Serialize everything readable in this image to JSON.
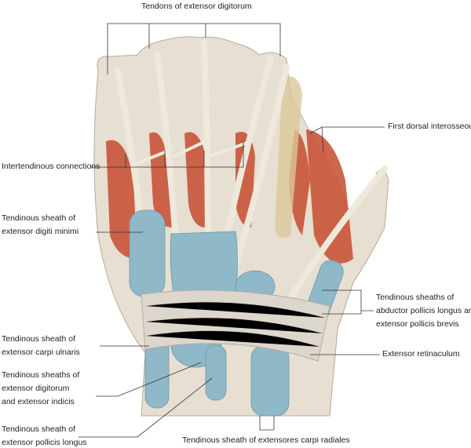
{
  "labels": {
    "tendons_extensor_digitorum": "Tendons of extensor digitorum",
    "first_dorsal_interosseous": "First dorsal interosseous",
    "intertendinous_connections": "Intertendinous connections",
    "sheath_edm": [
      "Tendinous sheath of",
      "extensor digiti minimi"
    ],
    "sheaths_apl_epb": [
      "Tendinous sheaths of",
      "abductor pollicis longus and",
      "extensor pollicis brevis"
    ],
    "extensor_retinaculum": "Extensor retinaculum",
    "sheath_ecu": [
      "Tendinous sheath of",
      "extensor carpi ulnaris"
    ],
    "sheaths_ed_ei": [
      "Tendinous sheaths of",
      "extensor digitorum",
      "and extensor indicis"
    ],
    "sheath_epl": [
      "Tendinous sheath of",
      "extensor pollicis longus"
    ],
    "sheath_ecr": "Tendinous sheath of extensores carpi radiales"
  },
  "colors": {
    "tendon": "#e4dccb",
    "muscle": "#c9553a",
    "sheath": "#8fb8c8",
    "bone": "#dcc79a",
    "retinaculum": "#dcd6cc"
  }
}
